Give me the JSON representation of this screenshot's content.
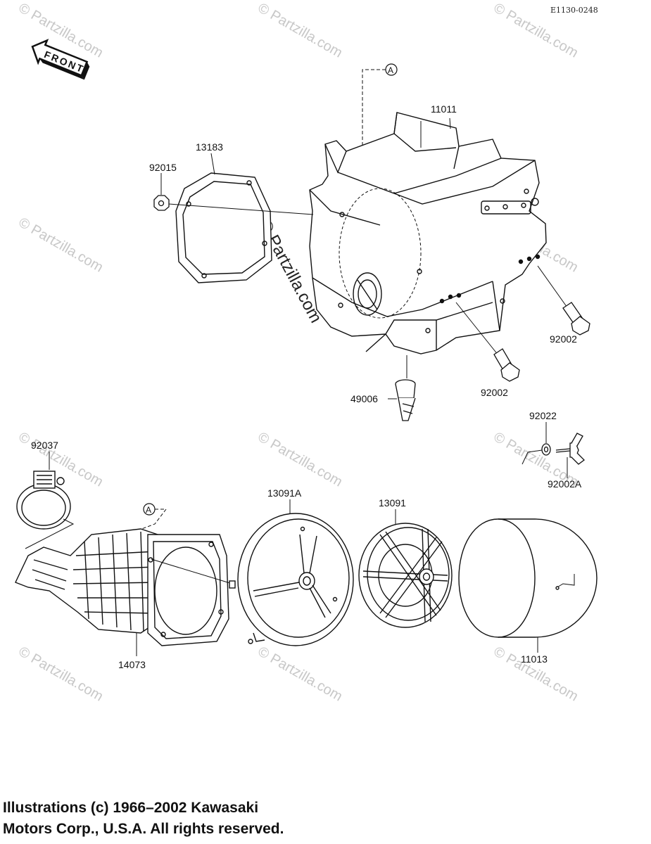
{
  "diagram": {
    "code": "E1130-0248",
    "front_label": "FRONT",
    "ref_marker": "A",
    "watermark": "© Partzilla.com",
    "parts": {
      "p11011": "11011",
      "p13183": "13183",
      "p92015": "92015",
      "p92002_right": "92002",
      "p92002_lower": "92002",
      "p49006": "49006",
      "p92022": "92022",
      "p92002A": "92002A",
      "p92037": "92037",
      "p13091A": "13091A",
      "p13091": "13091",
      "p14073": "14073",
      "p11013": "11013"
    }
  },
  "copyright": {
    "line1": "Illustrations (c) 1966–2002 Kawasaki",
    "line2": "Motors Corp., U.S.A.  All rights reserved."
  }
}
